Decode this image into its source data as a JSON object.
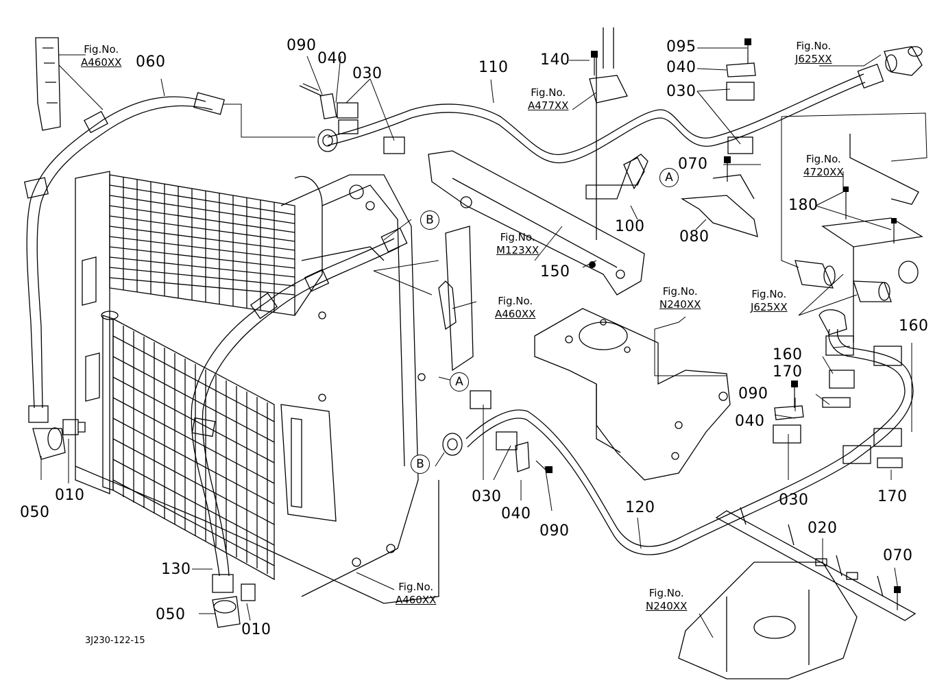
{
  "drawing_code": "3J230-122-15",
  "figure_refs": {
    "a460_topleft": {
      "prefix": "Fig.No.",
      "code": "A460XX"
    },
    "a477": {
      "prefix": "Fig.No.",
      "code": "A477XX"
    },
    "j625_top": {
      "prefix": "Fig.No.",
      "code": "J625XX"
    },
    "f4720": {
      "prefix": "Fig.No.",
      "code": "4720XX"
    },
    "m123": {
      "prefix": "Fig.No.",
      "code": "M123XX"
    },
    "a460_mid": {
      "prefix": "Fig.No.",
      "code": "A460XX"
    },
    "n240_mid": {
      "prefix": "Fig.No.",
      "code": "N240XX"
    },
    "j625_mid": {
      "prefix": "Fig.No.",
      "code": "J625XX"
    },
    "a460_bottom": {
      "prefix": "Fig.No.",
      "code": "A460XX"
    },
    "n240_bottom": {
      "prefix": "Fig.No.",
      "code": "N240XX"
    }
  },
  "callouts": {
    "c060": "060",
    "c090_top": "090",
    "c040_top": "040",
    "c030_top": "030",
    "c110": "110",
    "c140": "140",
    "c095": "095",
    "c040_tr": "040",
    "c030_tr": "030",
    "c070_top": "070",
    "c100": "100",
    "c080": "080",
    "c180": "180",
    "c150": "150",
    "c160_a": "160",
    "c160_b": "160",
    "c170_a": "170",
    "c090_r": "090",
    "c040_r": "040",
    "c030_r": "030",
    "c170_b": "170",
    "c030_b": "030",
    "c040_b": "040",
    "c090_b": "090",
    "c120": "120",
    "c020": "020",
    "c070_b": "070",
    "c050_l": "050",
    "c010_l": "010",
    "c130": "130",
    "c050_b": "050",
    "c010_b": "010"
  },
  "markers": {
    "a_top": "A",
    "b_top": "B",
    "a_mid": "A",
    "b_mid": "B"
  }
}
